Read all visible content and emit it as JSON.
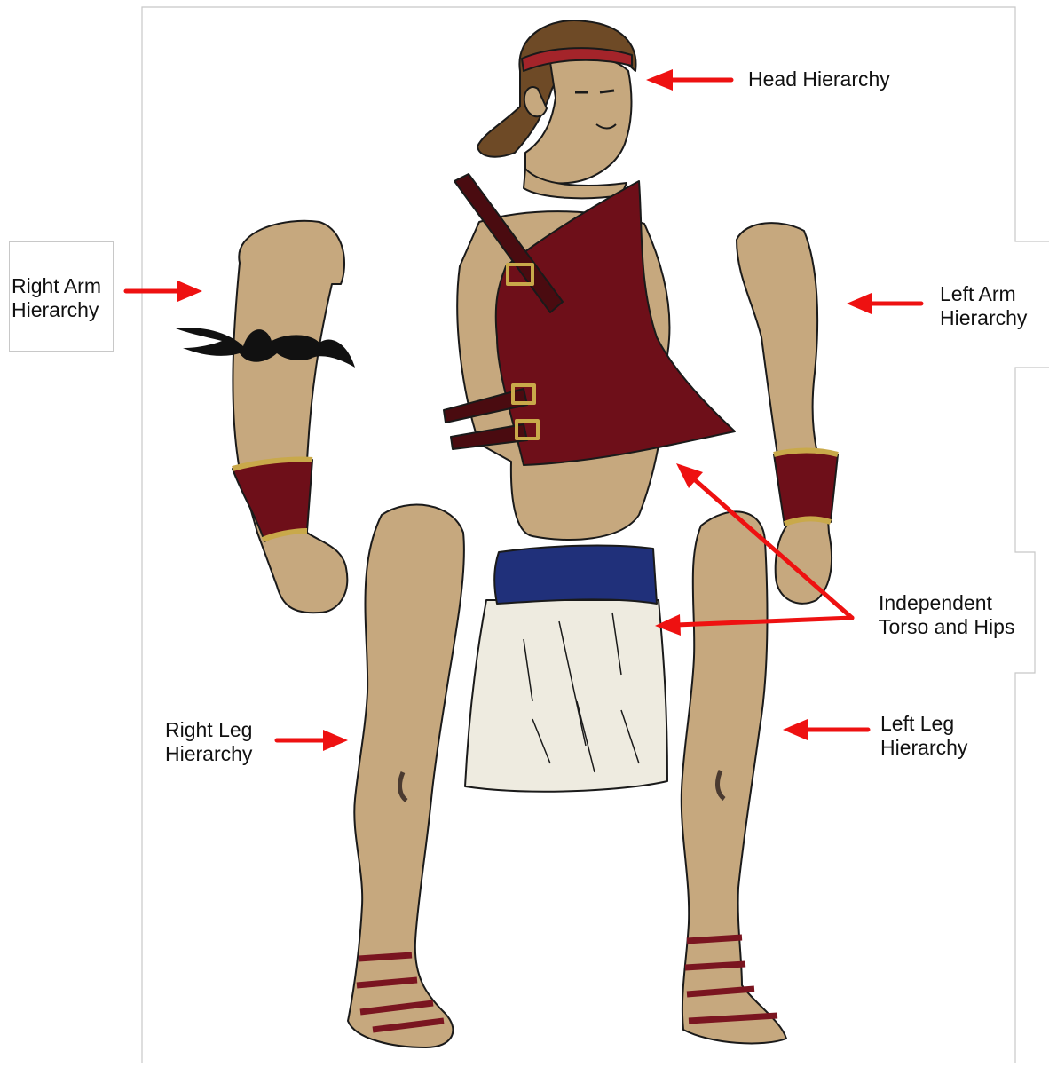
{
  "labels": {
    "head": "Head Hierarchy",
    "right_arm": [
      "Right Arm",
      "Hierarchy"
    ],
    "left_arm": [
      "Left Arm",
      "Hierarchy"
    ],
    "torso": [
      "Independent",
      "Torso and Hips"
    ],
    "right_leg": [
      "Right Leg",
      "Hierarchy"
    ],
    "left_leg": [
      "Left Leg",
      "Hierarchy"
    ]
  },
  "colors": {
    "skin": "#c6a87e",
    "outline": "#1a1a1a",
    "leather": "#6e0f19",
    "strap": "#4a0b10",
    "brass": "#c9a94a",
    "sash": "#20307a",
    "cloth": "#eeebe0",
    "hair": "#6e4a26",
    "arrow": "#ee1111",
    "frame": "#c8c8c8"
  }
}
